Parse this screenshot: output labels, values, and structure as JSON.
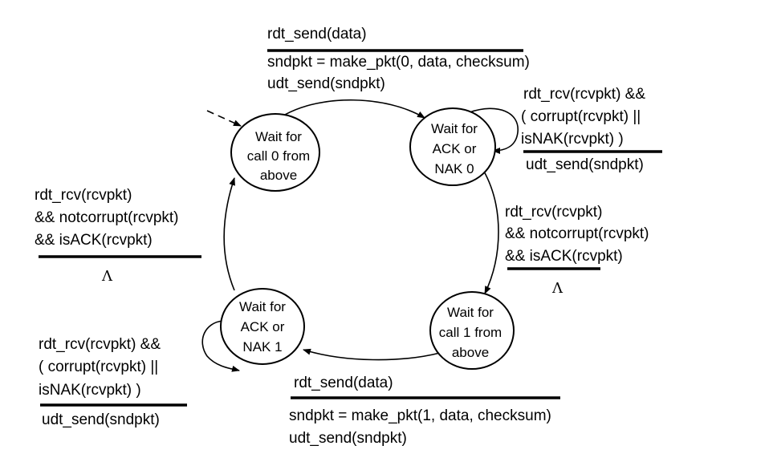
{
  "states": [
    {
      "id": "s0",
      "lines": [
        "Wait for",
        "call 0 from",
        "above"
      ]
    },
    {
      "id": "s1",
      "lines": [
        "Wait for",
        "ACK or",
        "NAK 0"
      ]
    },
    {
      "id": "s2",
      "lines": [
        "Wait for",
        "call 1 from",
        "above"
      ]
    },
    {
      "id": "s3",
      "lines": [
        "Wait for",
        "ACK or",
        "NAK 1"
      ]
    }
  ],
  "transitions": {
    "t_top": {
      "event": [
        "rdt_send(data)"
      ],
      "action": [
        "sndpkt = make_pkt(0, data, checksum)",
        "udt_send(sndpkt)"
      ]
    },
    "t_self1": {
      "event": [
        "rdt_rcv(rcvpkt) &&",
        "( corrupt(rcvpkt) ||",
        "isNAK(rcvpkt) )"
      ],
      "action": [
        "udt_send(sndpkt)"
      ]
    },
    "t_right": {
      "event": [
        "rdt_rcv(rcvpkt)",
        "&& notcorrupt(rcvpkt)",
        "&& isACK(rcvpkt)"
      ],
      "action": [
        "Λ"
      ]
    },
    "t_bottom": {
      "event": [
        "rdt_send(data)"
      ],
      "action": [
        "sndpkt = make_pkt(1, data, checksum)",
        "udt_send(sndpkt)"
      ]
    },
    "t_self3": {
      "event": [
        "rdt_rcv(rcvpkt) &&",
        "( corrupt(rcvpkt) ||",
        "isNAK(rcvpkt) )"
      ],
      "action": [
        "udt_send(sndpkt)"
      ]
    },
    "t_left": {
      "event": [
        "rdt_rcv(rcvpkt)",
        "&& notcorrupt(rcvpkt)",
        "&& isACK(rcvpkt)"
      ],
      "action": [
        "Λ"
      ]
    }
  }
}
